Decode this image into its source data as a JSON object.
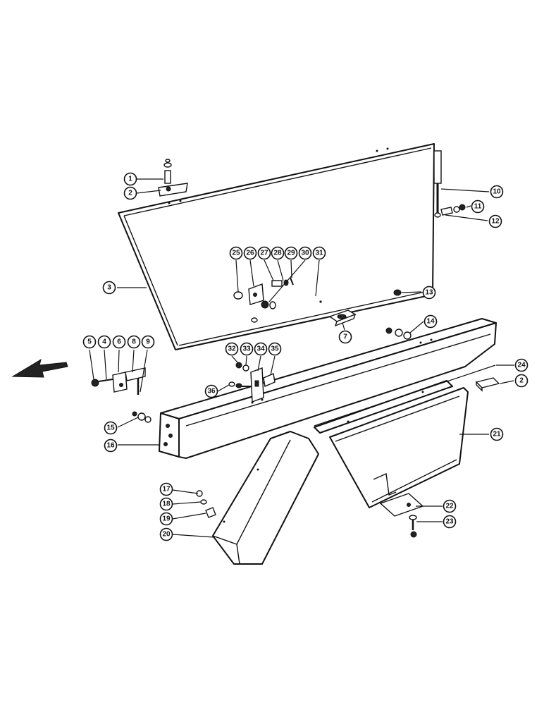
{
  "diagram": {
    "callouts": [
      {
        "id": "c1",
        "label": "1"
      },
      {
        "id": "c2a",
        "label": "2"
      },
      {
        "id": "c3",
        "label": "3"
      },
      {
        "id": "c4",
        "label": "4"
      },
      {
        "id": "c5",
        "label": "5"
      },
      {
        "id": "c6",
        "label": "6"
      },
      {
        "id": "c7",
        "label": "7"
      },
      {
        "id": "c8",
        "label": "8"
      },
      {
        "id": "c9",
        "label": "9"
      },
      {
        "id": "c10",
        "label": "10"
      },
      {
        "id": "c11",
        "label": "11"
      },
      {
        "id": "c12",
        "label": "12"
      },
      {
        "id": "c13",
        "label": "13"
      },
      {
        "id": "c14",
        "label": "14"
      },
      {
        "id": "c15",
        "label": "15"
      },
      {
        "id": "c16",
        "label": "16"
      },
      {
        "id": "c17",
        "label": "17"
      },
      {
        "id": "c18",
        "label": "18"
      },
      {
        "id": "c19",
        "label": "19"
      },
      {
        "id": "c20",
        "label": "20"
      },
      {
        "id": "c21",
        "label": "21"
      },
      {
        "id": "c22",
        "label": "22"
      },
      {
        "id": "c23",
        "label": "23"
      },
      {
        "id": "c24",
        "label": "24"
      },
      {
        "id": "c2b",
        "label": "2"
      },
      {
        "id": "c25",
        "label": "25"
      },
      {
        "id": "c26",
        "label": "26"
      },
      {
        "id": "c27",
        "label": "27"
      },
      {
        "id": "c28",
        "label": "28"
      },
      {
        "id": "c29",
        "label": "29"
      },
      {
        "id": "c30",
        "label": "30"
      },
      {
        "id": "c31",
        "label": "31"
      },
      {
        "id": "c32",
        "label": "32"
      },
      {
        "id": "c33",
        "label": "33"
      },
      {
        "id": "c34",
        "label": "34"
      },
      {
        "id": "c35",
        "label": "35"
      },
      {
        "id": "c36",
        "label": "36"
      }
    ]
  }
}
